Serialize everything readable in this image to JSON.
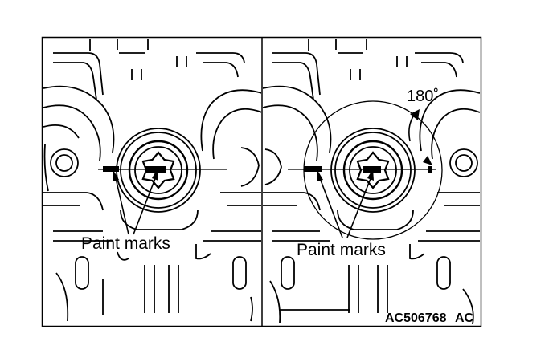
{
  "figure": {
    "left_panel": {
      "callout": "Paint marks"
    },
    "right_panel": {
      "callout": "Paint marks",
      "angle_label": "180˚"
    },
    "figure_code": "AC506768",
    "figure_suffix": "AC"
  },
  "colors": {
    "ink": "#000000",
    "paper": "#ffffff"
  }
}
